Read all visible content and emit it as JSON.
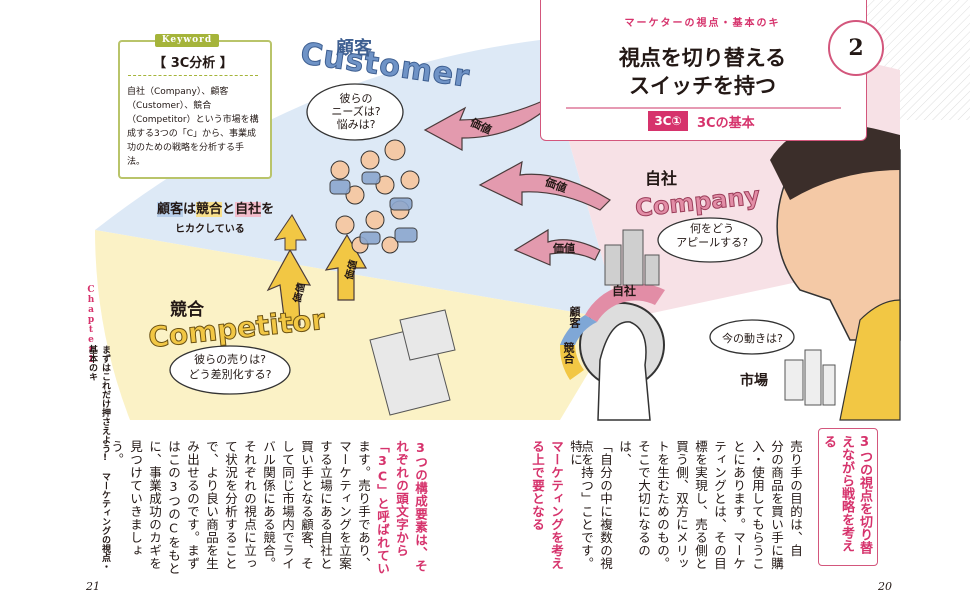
{
  "keyword": {
    "tag": "Keyword",
    "title": "【 3C分析 】",
    "text": "自社（Company）、顧客（Customer）、競合（Competitor）という市場を構成する3つの「C」から、事業成功のための戦略を分析する手法。"
  },
  "header": {
    "subtitle": "マーケターの視点・基本のキ",
    "title_line1": "視点を切り替える",
    "title_line2": "スイッチを持つ",
    "number": "2",
    "tag": "3C①",
    "tag_text": "3Cの基本"
  },
  "illustration": {
    "customer_jp": "顧客",
    "customer_en": "Customer",
    "customer_bubble": "彼らの\nニーズは?\n悩みは?",
    "company_jp": "自社",
    "company_en": "Company",
    "company_bubble": "何をどう\nアピールする?",
    "competitor_jp": "競合",
    "competitor_en": "Competitor",
    "competitor_bubble": "彼らの売りは?\nどう差別化する?",
    "compare_note_a": "顧客",
    "compare_note_b": "は",
    "compare_note_c": "競合",
    "compare_note_d": "と",
    "compare_note_e": "自社",
    "compare_note_f": "を",
    "compare_note_g": "ヒカクしている",
    "value_label": "価値",
    "market_bubble": "今の動きは?",
    "market_label": "市場",
    "dial_company": "自社",
    "dial_customer": "顧客",
    "dial_competitor": "競合"
  },
  "right_page": {
    "callout": "3つの視点を切り替えながら戦略を考える",
    "columns": [
      "売り手の目的は、自",
      "分の商品を買い手に購",
      "入・使用してもらうこ",
      "とにあります。マーケ",
      "ティングとは、その目",
      "標を実現し、売る側と",
      "買う側、双方にメリッ",
      "トを生むためのもの。",
      "そこで大切になるのは、",
      "「自分の中に複数の視",
      "点を持つ」ことです。"
    ],
    "emphasis_lead": "特に",
    "emphasis": "マーケティングを考える上で要となる",
    "page_number": "20"
  },
  "left_page": {
    "columns_hl": [
      "3つの構成要素は、そ",
      "れぞれの頭文字から",
      "「3C」と呼ばれてい"
    ],
    "columns_hl_tail": "ます。",
    "columns": [
      "ます。売り手であり、",
      "マーケティングを立案",
      "する立場にある自社と",
      "買い手となる顧客、そ",
      "して同じ市場内でライ",
      "バル関係にある競合。",
      "それぞれの視点に立っ",
      "て状況を分析すること",
      "で、より良い商品を生",
      "み出せるのです。まず",
      "はこの3つのCをもと",
      "に、事業成功のカギを",
      "見つけていきましょう。"
    ],
    "chapter_label": "Chapter1",
    "chapter_title": "まずはこれだけ押さえよう!　マーケティングの視点・基本のキ",
    "page_number": "21"
  }
}
